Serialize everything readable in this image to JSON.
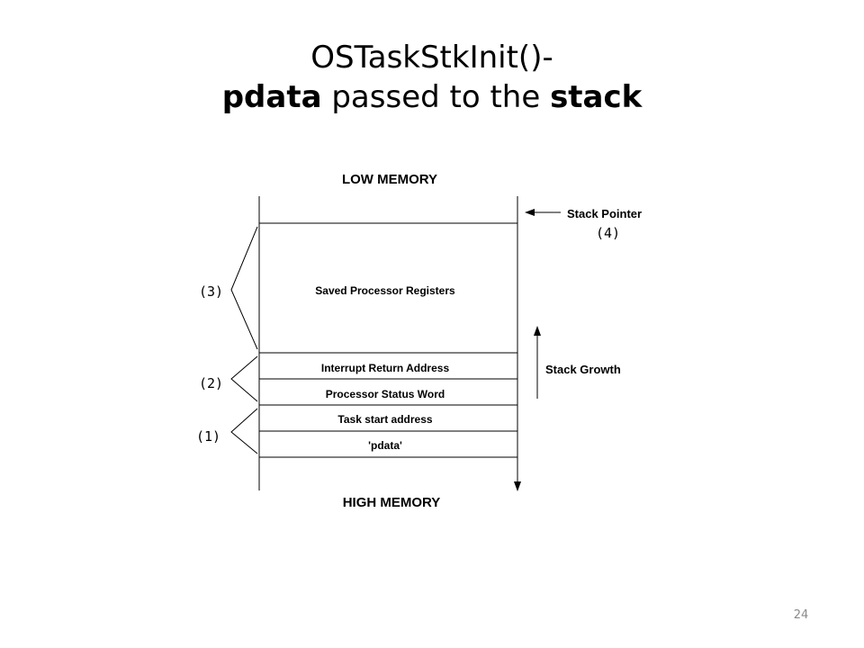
{
  "slide": {
    "title_line1": "OSTaskStkInit()-",
    "title_line2": {
      "part1": "pdata",
      "part2": " passed to the ",
      "part3": "stack"
    },
    "page_number": "24"
  },
  "diagram": {
    "top_label": "LOW MEMORY",
    "bottom_label": "HIGH MEMORY",
    "cells": [
      {
        "label": "Saved Processor Registers"
      },
      {
        "label": "Interrupt Return Address"
      },
      {
        "label": "Processor Status Word"
      },
      {
        "label": "Task start address"
      },
      {
        "label": "'pdata'"
      }
    ],
    "stack_pointer": {
      "label": "Stack Pointer",
      "note": "(4)"
    },
    "stack_growth": {
      "label": "Stack Growth"
    },
    "brackets": [
      {
        "label": "(3)"
      },
      {
        "label": "(2)"
      },
      {
        "label": "(1)"
      }
    ]
  }
}
